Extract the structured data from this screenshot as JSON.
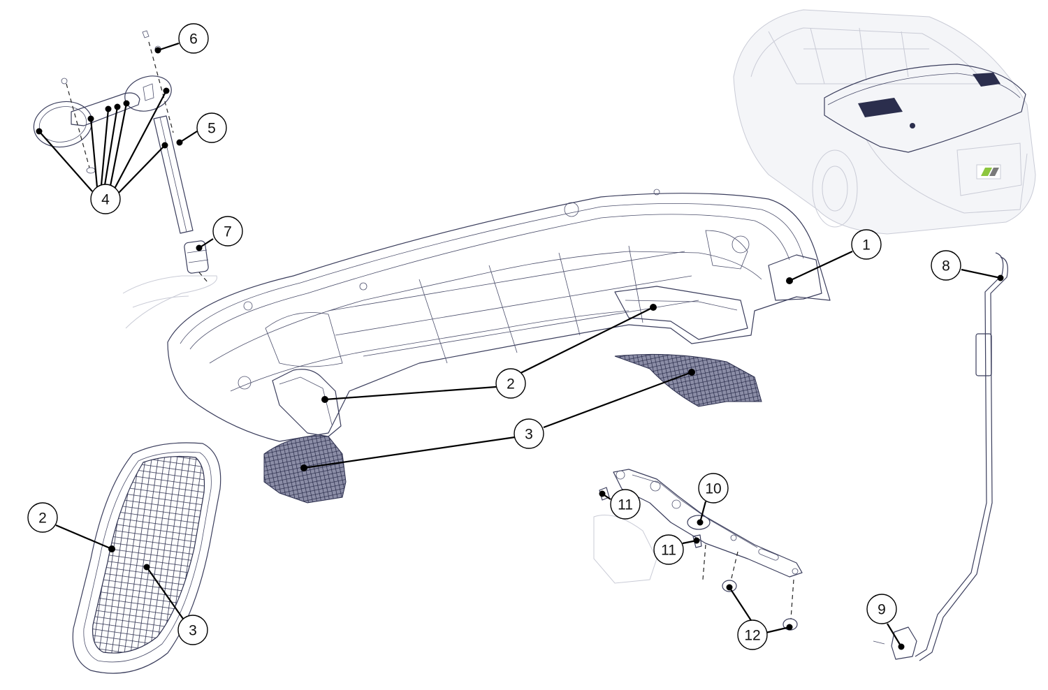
{
  "callouts": [
    {
      "id": "c1",
      "number": "1"
    },
    {
      "id": "c2a",
      "number": "2"
    },
    {
      "id": "c2b",
      "number": "2"
    },
    {
      "id": "c3a",
      "number": "3"
    },
    {
      "id": "c3b",
      "number": "3"
    },
    {
      "id": "c4",
      "number": "4"
    },
    {
      "id": "c5",
      "number": "5"
    },
    {
      "id": "c6",
      "number": "6"
    },
    {
      "id": "c7",
      "number": "7"
    },
    {
      "id": "c8",
      "number": "8"
    },
    {
      "id": "c9",
      "number": "9"
    },
    {
      "id": "c10",
      "number": "10"
    },
    {
      "id": "c11a",
      "number": "11"
    },
    {
      "id": "c11b",
      "number": "11"
    },
    {
      "id": "c12",
      "number": "12"
    }
  ],
  "colors": {
    "line_art": "#3a3d5c",
    "mesh": "#2b2e4d",
    "ghost": "#c9cbd6",
    "logo_accent": "#8dc63f"
  }
}
